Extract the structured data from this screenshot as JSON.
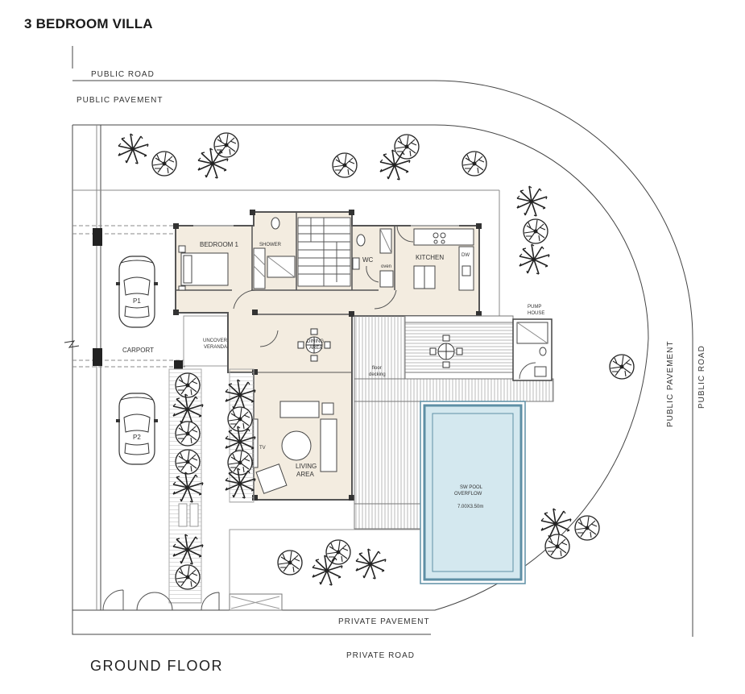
{
  "title": "3 BEDROOM VILLA",
  "floor_label": "GROUND FLOOR",
  "streets": {
    "public_road_top": "PUBLIC  ROAD",
    "public_pavement_top": "PUBLIC  PAVEMENT",
    "public_pavement_right": "PUBLIC  PAVEMENT",
    "public_road_right": "PUBLIC  ROAD",
    "private_pavement": "PRIVATE  PAVEMENT",
    "private_road": "PRIVATE  ROAD"
  },
  "rooms": {
    "bedroom": "BEDROOM  1",
    "shower": "SHOWER",
    "wc": "WC",
    "oven": "oven",
    "kitchen": "KITCHEN",
    "dw": "DW",
    "pump_line1": "PUMP",
    "pump_line2": "HOUSE",
    "carport": "CARPORT",
    "p1": "P1",
    "p2": "P2",
    "veranda_line1": "UNCOVERED",
    "veranda_line2": "VERANDAH",
    "dining_line1": "DINING",
    "dining_line2": "AREA",
    "decking_line1": "floor",
    "decking_line2": "decking",
    "living_line1": "LIVING",
    "living_line2": "AREA",
    "tv": "TV",
    "pool_line1": "SW POOL",
    "pool_line2": "OVERFLOW",
    "pool_dims": "7.00X3.50m"
  },
  "colors": {
    "interior_fill": "#f3ece0",
    "pool_water": "#d4e8ef",
    "pool_edge": "#5e8fa5",
    "line": "#4a4a4a"
  }
}
